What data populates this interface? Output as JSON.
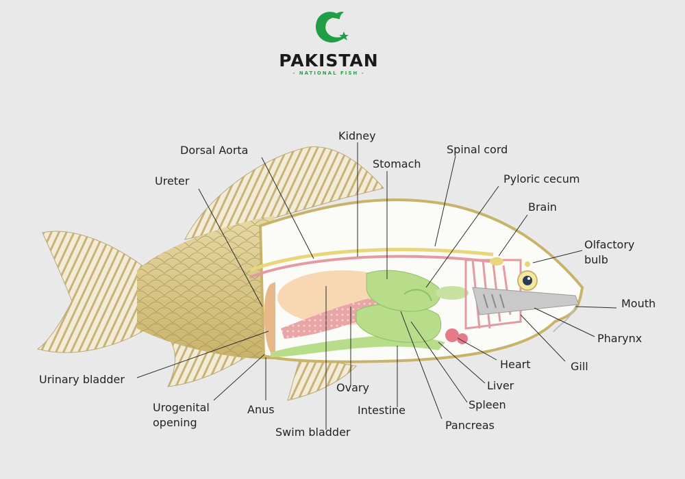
{
  "brand": {
    "title": "PAKISTAN",
    "subtitle": "- NATIONAL FISH -",
    "accent_color": "#1f9e45",
    "icon": "fish-logo-icon"
  },
  "diagram": {
    "labels": {
      "dorsal_aorta": "Dorsal Aorta",
      "kidney": "Kidney",
      "stomach": "Stomach",
      "spinal_cord": "Spinal cord",
      "ureter": "Ureter",
      "pyloric_cecum": "Pyloric cecum",
      "brain": "Brain",
      "olfactory_bulb_line1": "Olfactory",
      "olfactory_bulb_line2": "bulb",
      "mouth": "Mouth",
      "pharynx": "Pharynx",
      "heart": "Heart",
      "gill": "Gill",
      "liver": "Liver",
      "spleen": "Spleen",
      "pancreas": "Pancreas",
      "intestine": "Intestine",
      "ovary": "Ovary",
      "swim_bladder": "Swim bladder",
      "anus": "Anus",
      "urogenital_opening_line1": "Urogenital",
      "urogenital_opening_line2": "opening",
      "urinary_bladder": "Urinary bladder"
    }
  }
}
